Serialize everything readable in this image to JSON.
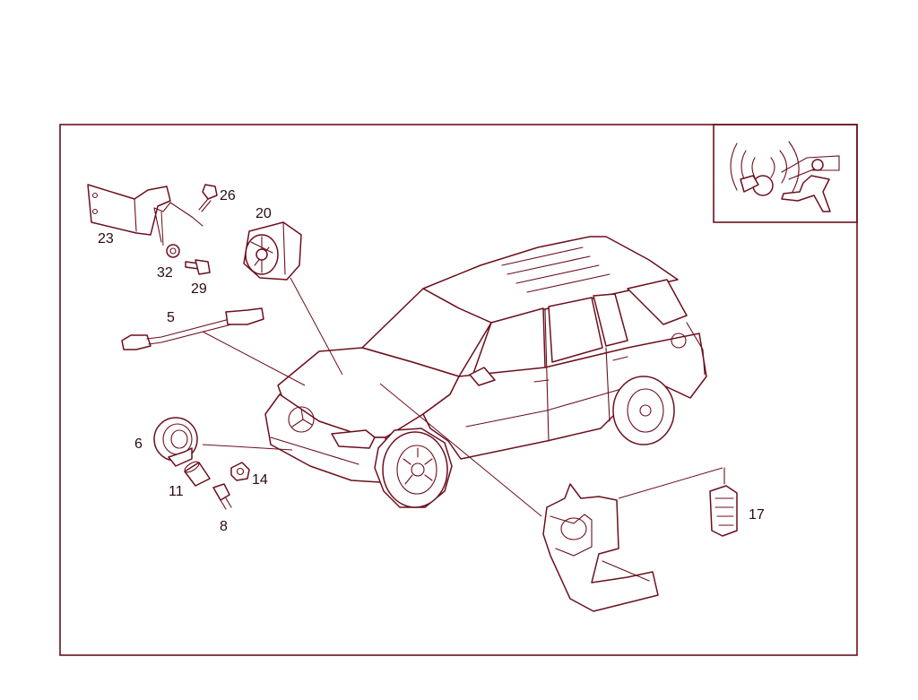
{
  "diagram": {
    "colors": {
      "line": "#6b0f1e",
      "text": "#2a0a10",
      "background": "#ffffff"
    },
    "callouts": {
      "c23": "23",
      "c26": "26",
      "c32": "32",
      "c29": "29",
      "c20": "20",
      "c5": "5",
      "c6": "6",
      "c11": "11",
      "c14": "14",
      "c8": "8",
      "c17": "17"
    },
    "inset_icon": "pedestrian-alarm-warning-icon"
  }
}
